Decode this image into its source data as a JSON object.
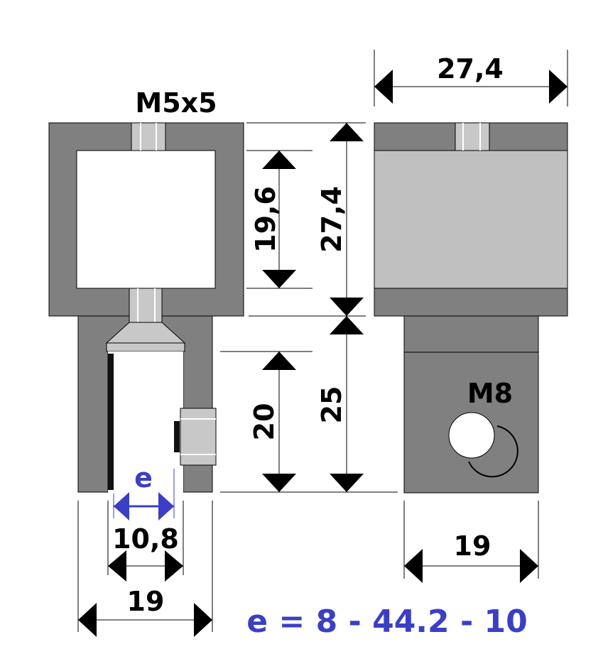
{
  "labels": {
    "screw_thread": "M5x5",
    "top_width": "27,4",
    "inner_height": "19,6",
    "block_height": "27,4",
    "slot_depth": "20",
    "lower_height": "25",
    "thread_m8": "M8",
    "e_label": "e",
    "inner_width": "10,8",
    "left_width": "19",
    "right_width": "19",
    "formula": "e = 8 - 44.2 - 10"
  },
  "colors": {
    "body": "#808080",
    "light_fill": "#c0c0c0",
    "outline": "#000000",
    "accent_blue": "#3b3fc4"
  }
}
